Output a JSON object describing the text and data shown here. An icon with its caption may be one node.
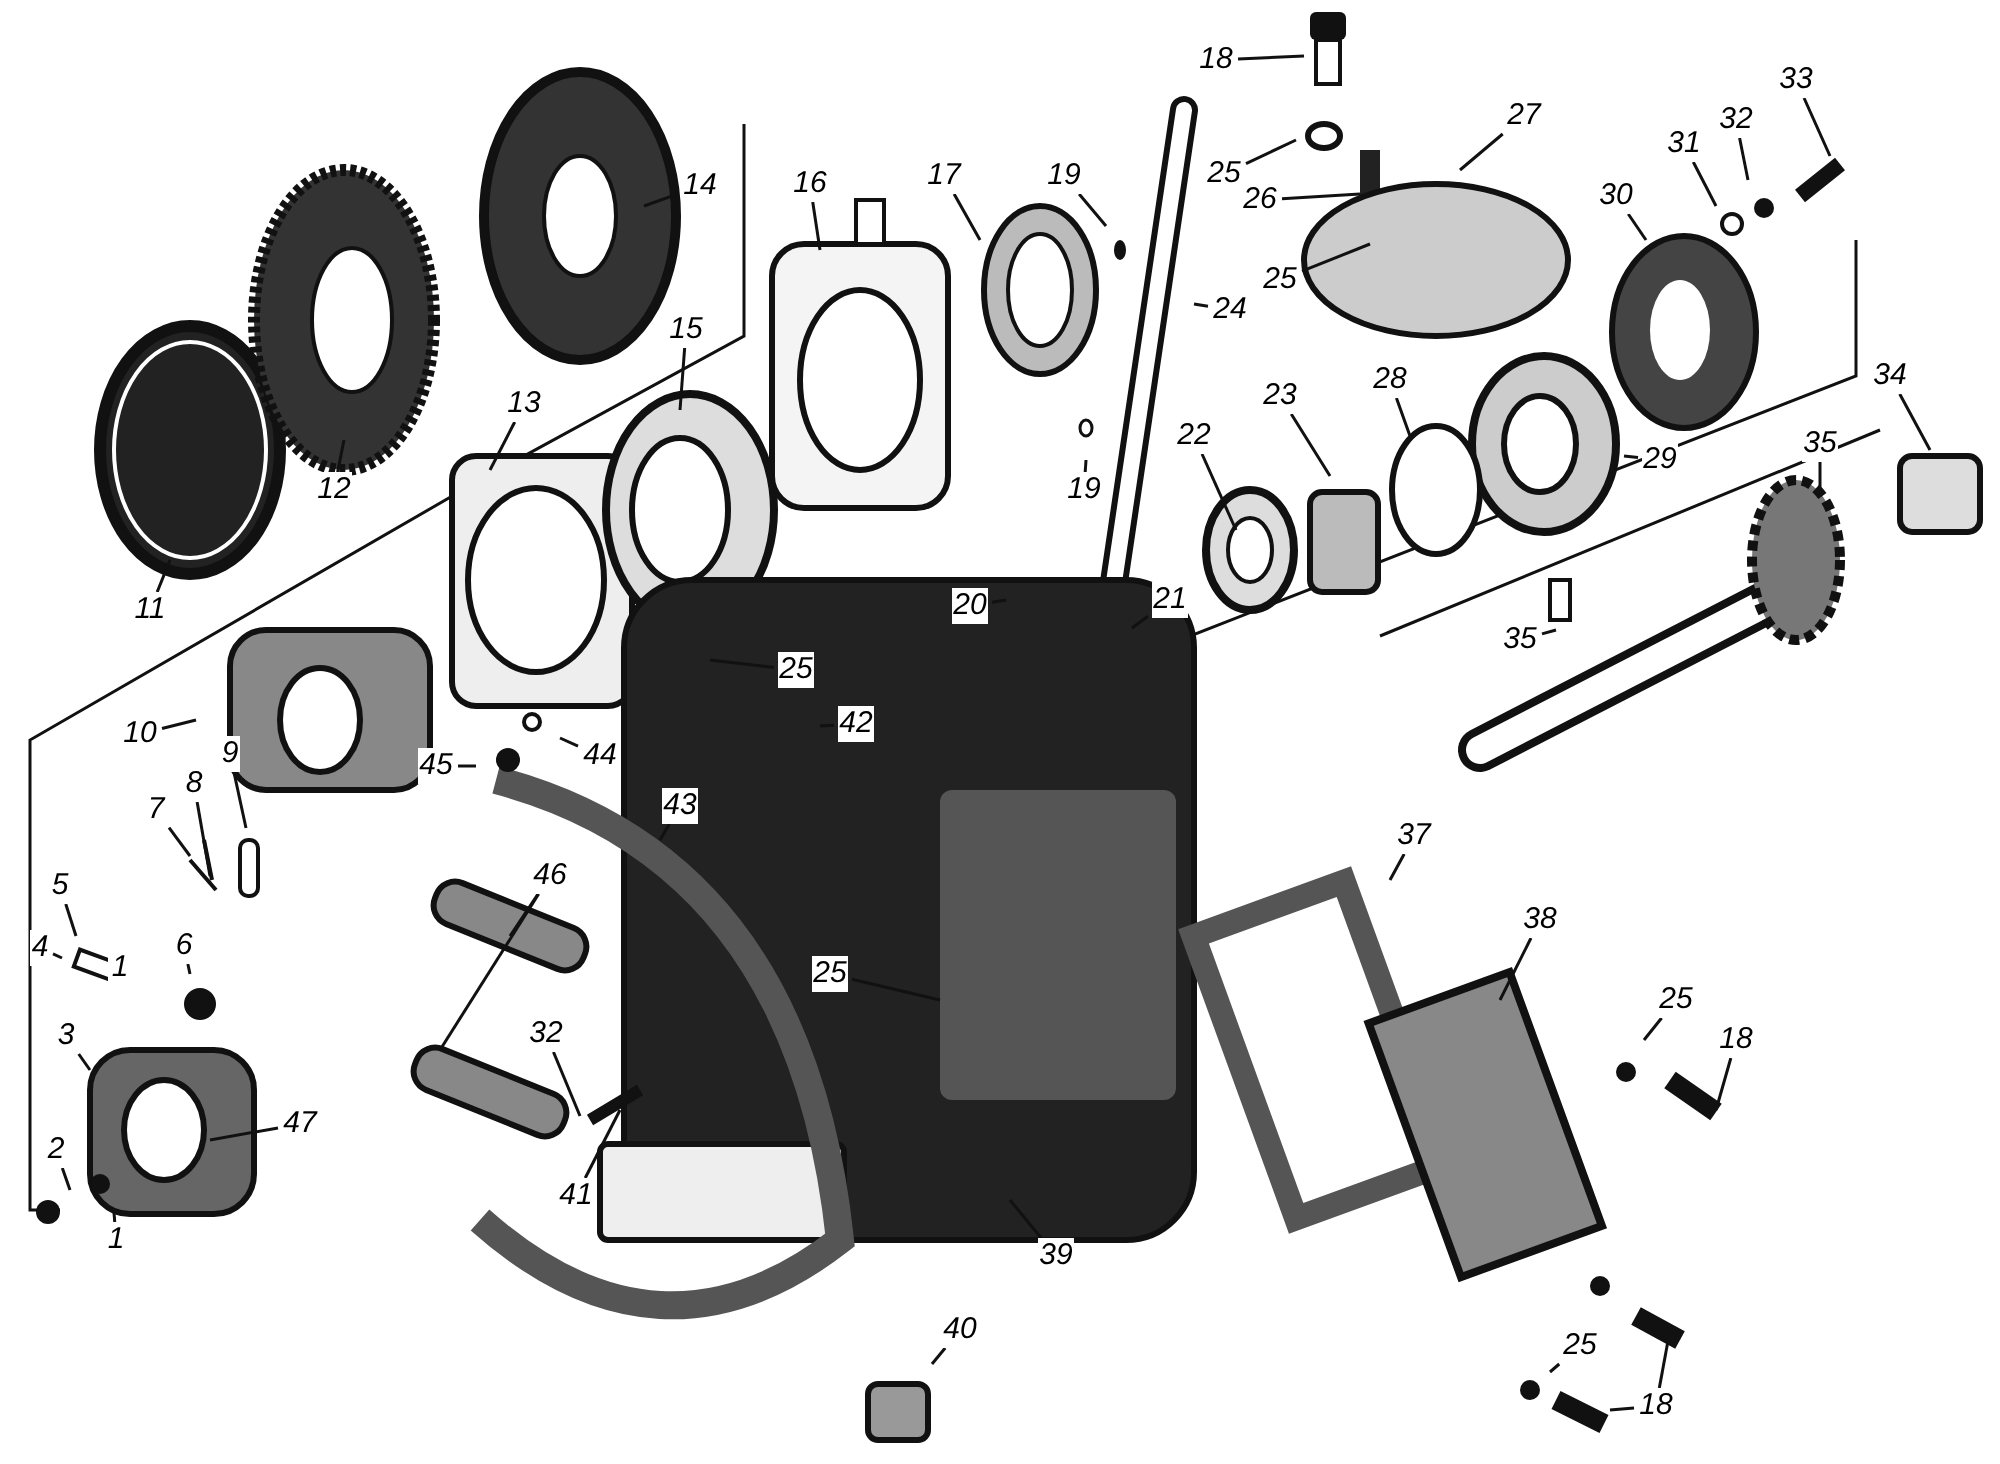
{
  "diagram": {
    "nodes": [
      {
        "text": [
          "18"
        ]
      },
      {
        "text": [
          "14"
        ]
      },
      {
        "text": [
          "16"
        ]
      },
      {
        "text": [
          "17"
        ]
      },
      {
        "text": [
          "19"
        ]
      },
      {
        "text": [
          "25"
        ]
      },
      {
        "text": [
          "27"
        ]
      },
      {
        "text": [
          "33"
        ]
      },
      {
        "text": [
          "32"
        ]
      },
      {
        "text": [
          "31"
        ]
      },
      {
        "text": [
          "26"
        ]
      },
      {
        "text": [
          "30"
        ]
      },
      {
        "text": [
          "25"
        ]
      },
      {
        "text": [
          "24"
        ]
      },
      {
        "text": [
          "15"
        ]
      },
      {
        "text": [
          "13"
        ]
      },
      {
        "text": [
          "34"
        ]
      },
      {
        "text": [
          "28"
        ]
      },
      {
        "text": [
          "23"
        ]
      },
      {
        "text": [
          "22"
        ]
      },
      {
        "text": [
          "35"
        ]
      },
      {
        "text": [
          "29"
        ]
      },
      {
        "text": [
          "12"
        ]
      },
      {
        "text": [
          "19"
        ]
      },
      {
        "text": [
          "21"
        ]
      },
      {
        "text": [
          "20"
        ]
      },
      {
        "text": [
          "11"
        ]
      },
      {
        "text": [
          "35"
        ]
      },
      {
        "text": [
          "25"
        ]
      },
      {
        "text": [
          "42"
        ]
      },
      {
        "text": [
          "10"
        ]
      },
      {
        "text": [
          "9"
        ]
      },
      {
        "text": [
          "44"
        ]
      },
      {
        "text": [
          "45"
        ]
      },
      {
        "text": [
          "8"
        ]
      },
      {
        "text": [
          "43"
        ]
      },
      {
        "text": [
          "7"
        ]
      },
      {
        "text": [
          "37"
        ]
      },
      {
        "text": [
          "46"
        ]
      },
      {
        "text": [
          "5"
        ]
      },
      {
        "text": [
          "38"
        ]
      },
      {
        "text": [
          "4"
        ]
      },
      {
        "text": [
          "6"
        ]
      },
      {
        "text": [
          "25"
        ]
      },
      {
        "text": [
          "25"
        ]
      },
      {
        "text": [
          "32"
        ]
      },
      {
        "text": [
          "3"
        ]
      },
      {
        "text": [
          "18"
        ]
      },
      {
        "text": [
          "47"
        ]
      },
      {
        "text": [
          "2"
        ]
      },
      {
        "text": [
          "41"
        ]
      },
      {
        "text": [
          "1"
        ]
      },
      {
        "text": [
          "39"
        ]
      },
      {
        "text": [
          "40"
        ]
      },
      {
        "text": [
          "25"
        ]
      },
      {
        "text": [
          "18"
        ]
      }
    ],
    "edges": [
      {
        "from": 0,
        "to": null,
        "arrow": "none"
      },
      {
        "from": 1,
        "to": null,
        "arrow": "none"
      },
      {
        "from": 2,
        "to": null,
        "arrow": "none"
      },
      {
        "from": 3,
        "to": null,
        "arrow": "none"
      },
      {
        "from": 4,
        "to": null,
        "arrow": "none"
      },
      {
        "from": 5,
        "to": null,
        "arrow": "none"
      },
      {
        "from": 6,
        "to": null,
        "arrow": "none"
      },
      {
        "from": 7,
        "to": null,
        "arrow": "none"
      },
      {
        "from": 8,
        "to": null,
        "arrow": "none"
      },
      {
        "from": 9,
        "to": null,
        "arrow": "none"
      },
      {
        "from": 10,
        "to": null,
        "arrow": "none"
      },
      {
        "from": 11,
        "to": null,
        "arrow": "none"
      },
      {
        "from": 12,
        "to": null,
        "arrow": "none"
      },
      {
        "from": 13,
        "to": null,
        "arrow": "none"
      },
      {
        "from": 14,
        "to": null,
        "arrow": "none"
      },
      {
        "from": 15,
        "to": null,
        "arrow": "none"
      },
      {
        "from": 16,
        "to": null,
        "arrow": "none"
      },
      {
        "from": 17,
        "to": null,
        "arrow": "none"
      },
      {
        "from": 18,
        "to": null,
        "arrow": "none"
      },
      {
        "from": 19,
        "to": null,
        "arrow": "none"
      },
      {
        "from": 20,
        "to": null,
        "arrow": "none"
      },
      {
        "from": 21,
        "to": null,
        "arrow": "none"
      },
      {
        "from": 22,
        "to": null,
        "arrow": "none"
      },
      {
        "from": 23,
        "to": null,
        "arrow": "none"
      },
      {
        "from": 24,
        "to": null,
        "arrow": "none"
      },
      {
        "from": 25,
        "to": null,
        "arrow": "none"
      },
      {
        "from": 26,
        "to": null,
        "arrow": "none"
      },
      {
        "from": 27,
        "to": null,
        "arrow": "none"
      },
      {
        "from": 28,
        "to": null,
        "arrow": "none"
      },
      {
        "from": 29,
        "to": null,
        "arrow": "none"
      },
      {
        "from": 30,
        "to": null,
        "arrow": "none"
      },
      {
        "from": 31,
        "to": null,
        "arrow": "none"
      },
      {
        "from": 32,
        "to": null,
        "arrow": "none"
      },
      {
        "from": 33,
        "to": null,
        "arrow": "none"
      },
      {
        "from": 34,
        "to": null,
        "arrow": "none"
      },
      {
        "from": 35,
        "to": null,
        "arrow": "none"
      },
      {
        "from": 36,
        "to": null,
        "arrow": "none"
      },
      {
        "from": 37,
        "to": null,
        "arrow": "none"
      },
      {
        "from": 38,
        "to": null,
        "arrow": "none"
      },
      {
        "from": 38,
        "to": null,
        "arrow": "none"
      },
      {
        "from": 39,
        "to": null,
        "arrow": "none"
      },
      {
        "from": 40,
        "to": null,
        "arrow": "none"
      },
      {
        "from": 41,
        "to": null,
        "arrow": "none"
      },
      {
        "from": 42,
        "to": null,
        "arrow": "none"
      },
      {
        "from": 43,
        "to": null,
        "arrow": "none"
      },
      {
        "from": 44,
        "to": null,
        "arrow": "none"
      },
      {
        "from": 45,
        "to": null,
        "arrow": "none"
      },
      {
        "from": 46,
        "to": null,
        "arrow": "none"
      },
      {
        "from": 47,
        "to": null,
        "arrow": "none"
      },
      {
        "from": 48,
        "to": null,
        "arrow": "none"
      },
      {
        "from": 49,
        "to": null,
        "arrow": "none"
      },
      {
        "from": 50,
        "to": null,
        "arrow": "none"
      },
      {
        "from": 51,
        "to": null,
        "arrow": "none"
      },
      {
        "from": 52,
        "to": null,
        "arrow": "none"
      },
      {
        "from": 53,
        "to": null,
        "arrow": "none"
      },
      {
        "from": 54,
        "to": null,
        "arrow": "none"
      },
      {
        "from": 55,
        "to": null,
        "arrow": "none"
      },
      {
        "from": 55,
        "to": null,
        "arrow": "none"
      }
    ],
    "labels": [
      "1"
    ]
  }
}
